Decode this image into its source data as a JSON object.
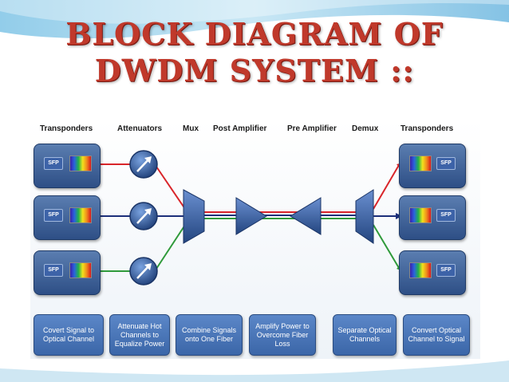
{
  "title": {
    "line1": "BLOCK DIAGRAM OF",
    "line2": "DWDM SYSTEM ::"
  },
  "columns": {
    "transponders_left": "Transponders",
    "attenuators": "Attenuators",
    "mux": "Mux",
    "post_amplifier": "Post Amplifier",
    "pre_amplifier": "Pre Amplifier",
    "demux": "Demux",
    "transponders_right": "Transponders"
  },
  "sfp_label": "SFP",
  "signal_colors": {
    "red": "#d9252a",
    "blue": "#1c2f7a",
    "green": "#2f9a3a"
  },
  "captions": [
    "Covert Signal to Optical Channel",
    "Attenuate Hot Channels to Equalize Power",
    "Combine Signals onto One Fiber",
    "Amplify Power to Overcome Fiber Loss",
    "Separate Optical Channels",
    "Convert Optical Channel to Signal"
  ]
}
